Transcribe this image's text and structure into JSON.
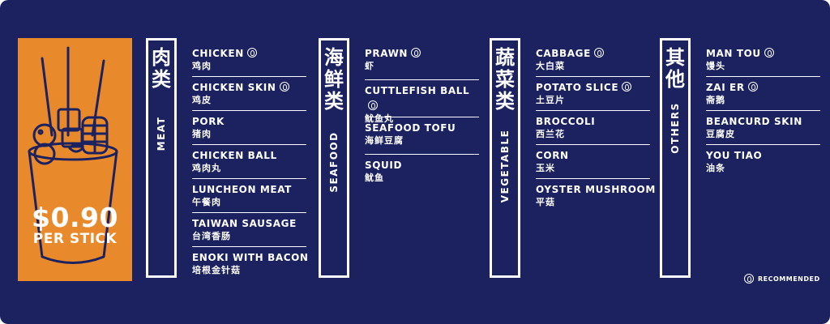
{
  "price": {
    "value": "$0.90",
    "unit": "PER STICK"
  },
  "categories": [
    {
      "cn": [
        "肉",
        "类"
      ],
      "en": "MEAT",
      "items": [
        {
          "name": "CHICKEN",
          "cn": "鸡肉",
          "recommended": true
        },
        {
          "name": "CHICKEN SKIN",
          "cn": "鸡皮",
          "recommended": true
        },
        {
          "name": "PORK",
          "cn": "猪肉",
          "recommended": false
        },
        {
          "name": "CHICKEN BALL",
          "cn": "鸡肉丸",
          "recommended": false
        },
        {
          "name": "LUNCHEON MEAT",
          "cn": "午餐肉",
          "recommended": false
        },
        {
          "name": "TAIWAN SAUSAGE",
          "cn": "台湾香肠",
          "recommended": false
        },
        {
          "name": "ENOKI WITH BACON",
          "cn": "培根金针菇",
          "recommended": false
        }
      ]
    },
    {
      "cn": [
        "海",
        "鲜",
        "类"
      ],
      "en": "SEAFOOD",
      "items": [
        {
          "name": "PRAWN",
          "cn": "虾",
          "recommended": true
        },
        {
          "name": "CUTTLEFISH BALL",
          "cn": "鱿鱼丸",
          "recommended": true
        },
        {
          "name": "SEAFOOD TOFU",
          "cn": "海鲜豆腐",
          "recommended": false
        },
        {
          "name": "SQUID",
          "cn": "鱿鱼",
          "recommended": false
        }
      ]
    },
    {
      "cn": [
        "蔬",
        "菜",
        "类"
      ],
      "en": "VEGETABLE",
      "items": [
        {
          "name": "CABBAGE",
          "cn": "大白菜",
          "recommended": true
        },
        {
          "name": "POTATO SLICE",
          "cn": "土豆片",
          "recommended": true
        },
        {
          "name": "BROCCOLI",
          "cn": "西兰花",
          "recommended": false
        },
        {
          "name": "CORN",
          "cn": "玉米",
          "recommended": false
        },
        {
          "name": "OYSTER MUSHROOM",
          "cn": "平菇",
          "recommended": false
        }
      ]
    },
    {
      "cn": [
        "其",
        "他"
      ],
      "en": "OTHERS",
      "items": [
        {
          "name": "MAN TOU",
          "cn": "馒头",
          "recommended": true
        },
        {
          "name": "ZAI ER",
          "cn": "斋鹅",
          "recommended": true
        },
        {
          "name": "BEANCURD SKIN",
          "cn": "豆腐皮",
          "recommended": false
        },
        {
          "name": "YOU TIAO",
          "cn": "油条",
          "recommended": false
        }
      ]
    }
  ],
  "legend": {
    "label": "RECOMMENDED",
    "icon": "recommended-icon"
  },
  "colors": {
    "background": "#1c2260",
    "panel": "#e8892b",
    "text": "#ffffff"
  }
}
